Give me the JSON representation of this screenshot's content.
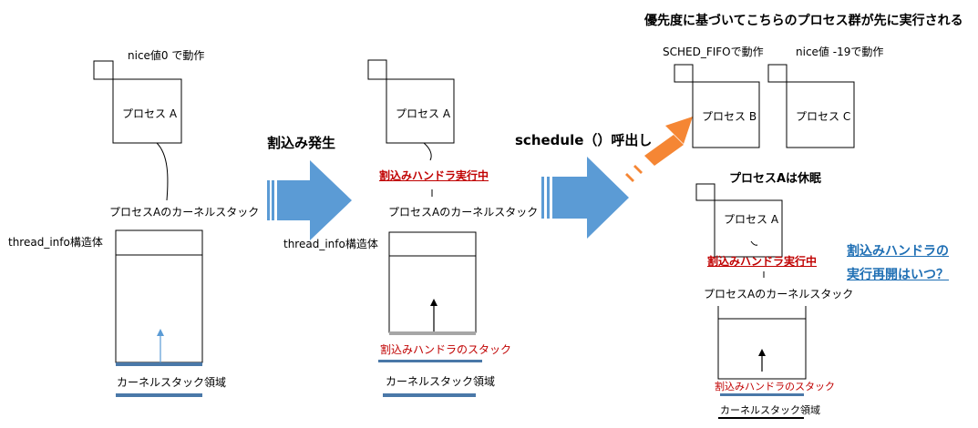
{
  "labels": {
    "nice0": "nice値0 で動作",
    "process_a": "プロセス A",
    "process_b": "プロセス B",
    "process_c": "プロセス C",
    "kernel_stack_a": "プロセスAのカーネルスタック",
    "thread_info": "thread_info構造体",
    "kernel_stack_area": "カーネルスタック領域",
    "interrupt": "割込み発生",
    "handler_running": "割込みハンドラ実行中",
    "handler_stack": "割込みハンドラのスタック",
    "schedule_call": "schedule（）呼出し",
    "priority_note": "優先度に基づいてこちらのプロセス群が先に実行される",
    "sched_fifo": "SCHED_FIFOで動作",
    "nice_minus19": "nice値 -19で動作",
    "process_a_sleep": "プロセスAは休眠",
    "question_line1": "割込みハンドラの",
    "question_line2": "実行再開はいつ？"
  },
  "colors": {
    "arrow_blue": "#5b9bd5",
    "arrow_orange": "#f58634",
    "handler_red": "#c00000",
    "question_blue": "#1f6fb4",
    "stack_bar": "#4a78a8"
  }
}
